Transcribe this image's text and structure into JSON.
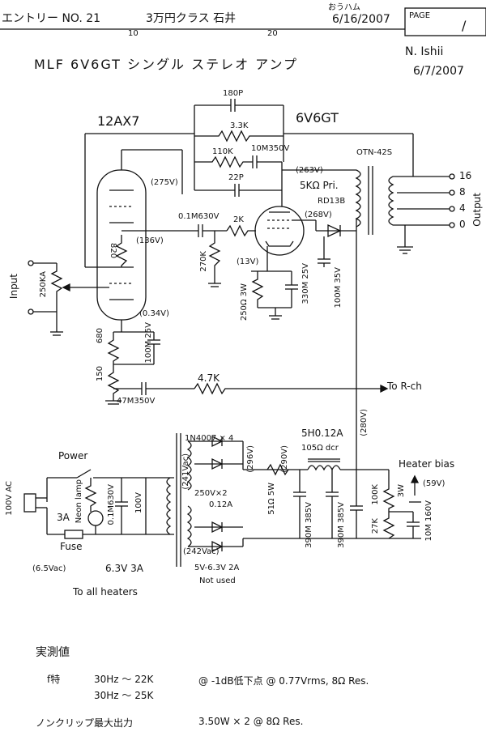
{
  "header": {
    "entry": "エントリー NO. 21",
    "class_name": "3万円クラス 石井",
    "ruler_10": "10",
    "ruler_20": "20",
    "furigana": "おうハム",
    "date": "6/16/2007",
    "page_label": "PAGE",
    "page_value": "/"
  },
  "title": "MLF 6V6GT シングル ステレオ アンプ",
  "author": "N. Ishii",
  "author_date": "6/7/2007",
  "tubes": {
    "pre": "12AX7",
    "power": "6V6GT"
  },
  "components": {
    "c_180p": "180P",
    "r_3k3": "3.3K",
    "r_110k": "110K",
    "c_10m350": "10M350V",
    "c_22p": "22P",
    "v_263": "(263V)",
    "primary": "5KΩ Pri.",
    "rd": "RD13B",
    "transformer": "OTN-42S",
    "v_275": "(275V)",
    "v_136": "(136V)",
    "v_268": "(268V)",
    "c_01m630": "0.1M630V",
    "r_2k": "2K",
    "r_820": "820",
    "r_270k": "270K",
    "v_13": "(13V)",
    "r_250": "250Ω 3W",
    "c_330m": "330M 25V",
    "c_100m35": "100M 35V",
    "input_label": "Input",
    "pot": "250KA",
    "v_034": "(0.34V)",
    "r_680": "680",
    "c_100m25": "100M 25V",
    "r_150": "150",
    "r_4k7": "4.7K",
    "c_47m350": "47M350V",
    "to_rch": "To R-ch",
    "v_280": "(280V)"
  },
  "output_taps": [
    "0",
    "4",
    "8",
    "16"
  ],
  "output_label": "Output",
  "psu": {
    "power": "Power",
    "neon": "Neon lamp",
    "cap_neon": "0.1M630V",
    "v100": "100V",
    "ac_in": "100V AC",
    "fuse_rating": "3A",
    "fuse": "Fuse",
    "diodes": "1N4007 × 4",
    "v_241": "(241Vac)",
    "v_296": "(296V)",
    "v_290": "(290V)",
    "choke": "5H0.12A",
    "choke_dcr": "105Ω dcr",
    "sec": "250V×2",
    "sec_a": "0.12A",
    "r_51": "51Ω 5W",
    "c_390a": "390M 385V",
    "c_390b": "390M 385V",
    "v_242": "(242Vac)",
    "heater_bias": "Heater bias",
    "v_59": "(59V)",
    "r_100k": "100K",
    "r_3w": "3W",
    "r_27k": "27K",
    "c_10m160": "10M 160V",
    "v_65": "(6.5Vac)",
    "heater": "6.3V 3A",
    "to_heaters": "To all heaters",
    "fivev": "5V-6.3V 2A",
    "not_used": "Not used"
  },
  "measurements": {
    "heading": "実測値",
    "freq_label": "f特",
    "freq1": "30Hz ～ 22K",
    "freq1_note": "@ -1dB低下点 @ 0.77Vrms, 8Ω Res.",
    "freq2": "30Hz ～ 25K",
    "power_label": "ノンクリップ最大出力",
    "power_value": "3.50W × 2 @ 8Ω Res."
  }
}
